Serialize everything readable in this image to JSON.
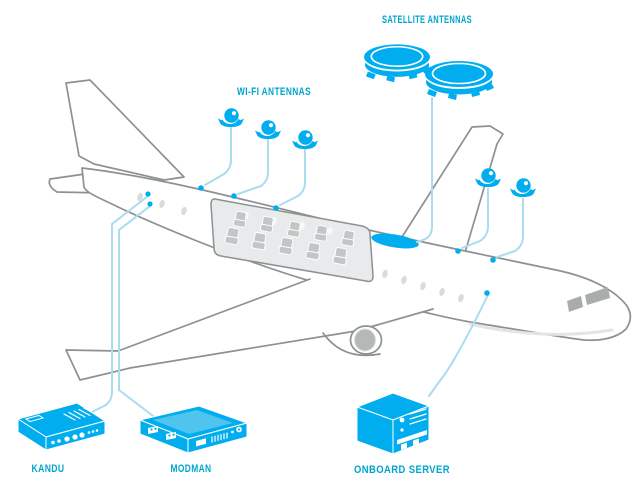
{
  "labels": {
    "satellite_antennas": "SATELLITE ANTENNAS",
    "wifi_antennas": "WI-FI ANTENNAS",
    "kandu": "KANDU",
    "modman": "MODMAN",
    "onboard_server": "ONBOARD SERVER"
  },
  "counts": {
    "satellite_antennas": 2,
    "wifi_antennas": 5,
    "connection_dots": 8
  },
  "icons": {
    "satellite_antenna": "flat-disc-antenna-icon",
    "wifi_antenna": "dome-antenna-icon",
    "kandu": "avionics-box-icon",
    "modman": "avionics-box-icon",
    "onboard_server": "server-cube-icon"
  },
  "colors": {
    "accent": "#00AEEF",
    "accent-dark": "#00A5CE",
    "connector": "#A9DCF0",
    "outline": "#8D9192",
    "fill-light": "#D9DBDC",
    "cutaway": "#E9EAEB",
    "seat": "#C3C6C7",
    "engine": "#B5B8B9",
    "cockpit": "#A9ACAD",
    "panel-light": "#4FC4EF"
  }
}
